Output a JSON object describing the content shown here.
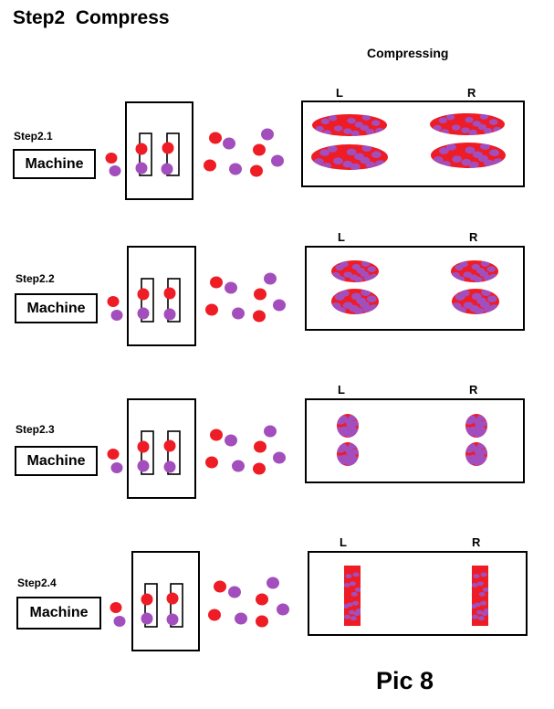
{
  "title": "Step2  Compress",
  "column_header": "Compressing",
  "figure_label": "Pic 8",
  "colors": {
    "red": "#ee1c24",
    "purple": "#a34ebd"
  },
  "steps": [
    {
      "label": "Step2.1",
      "machine": "Machine",
      "left": "L",
      "right": "R",
      "compress_left": "L",
      "compress_right": "R",
      "stage": "wide ovals"
    },
    {
      "label": "Step2.2",
      "machine": "Machine",
      "left": "L",
      "right": "R",
      "compress_left": "L",
      "compress_right": "R",
      "stage": "medium ovals"
    },
    {
      "label": "Step2.3",
      "machine": "Machine",
      "left": "L",
      "right": "R",
      "compress_left": "L",
      "compress_right": "R",
      "stage": "small ovals"
    },
    {
      "label": "Step2.4",
      "machine": "Machine",
      "left": "L",
      "right": "R",
      "compress_left": "L",
      "compress_right": "R",
      "stage": "bars"
    }
  ]
}
